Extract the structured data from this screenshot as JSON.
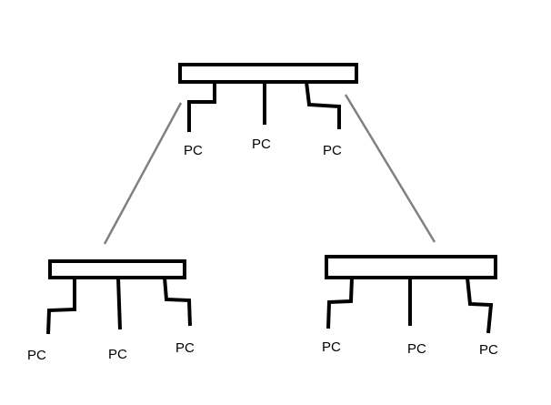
{
  "colors": {
    "background": "#ffffff",
    "bus": "#000000",
    "link": "#808080"
  },
  "hubs": [
    {
      "id": "top",
      "pcs": [
        {
          "label": "PC"
        },
        {
          "label": "PC"
        },
        {
          "label": "PC"
        }
      ]
    },
    {
      "id": "left",
      "pcs": [
        {
          "label": "PC"
        },
        {
          "label": "PC"
        },
        {
          "label": "PC"
        }
      ]
    },
    {
      "id": "right",
      "pcs": [
        {
          "label": "PC"
        },
        {
          "label": "PC"
        },
        {
          "label": "PC"
        }
      ]
    }
  ],
  "links": [
    {
      "from": "top",
      "to": "left"
    },
    {
      "from": "top",
      "to": "right"
    }
  ]
}
